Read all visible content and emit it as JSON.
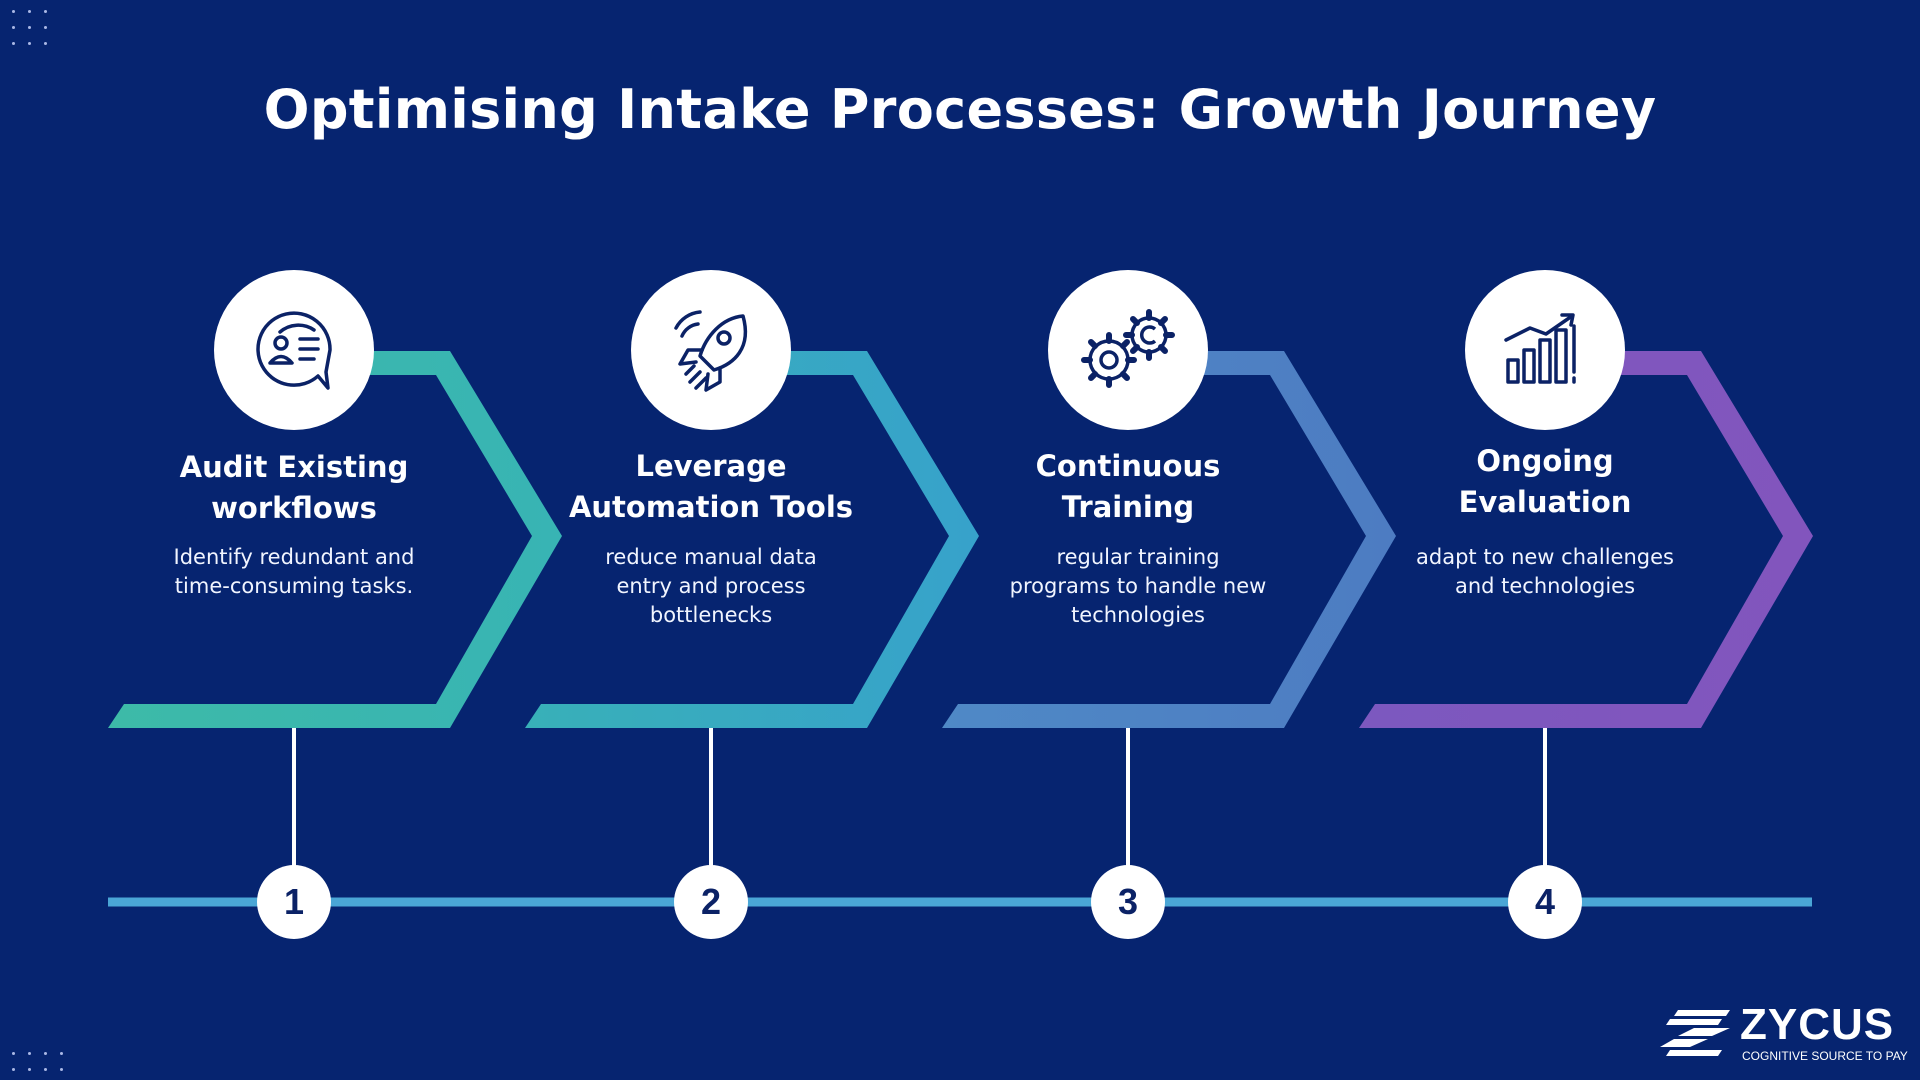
{
  "title": "Optimising Intake Processes: Growth Journey",
  "steps": [
    {
      "number": "1",
      "title_lines": [
        "Audit Existing",
        "workflows"
      ],
      "desc_lines": [
        "Identify redundant and",
        "time-consuming tasks."
      ],
      "icon": "contact-card-chat-icon",
      "color": "#3dbaa8"
    },
    {
      "number": "2",
      "title_lines": [
        "Leverage",
        "Automation Tools"
      ],
      "desc_lines": [
        "reduce manual data",
        "entry and process",
        "bottlenecks"
      ],
      "icon": "rocket-icon",
      "color": "#36a8c6"
    },
    {
      "number": "3",
      "title_lines": [
        "Continuous",
        "Training"
      ],
      "desc_lines": [
        "regular training",
        "programs to handle new",
        "technologies"
      ],
      "icon": "gears-icon",
      "color": "#4a7fc4"
    },
    {
      "number": "4",
      "title_lines": [
        "Ongoing",
        "Evaluation"
      ],
      "desc_lines": [
        "adapt to new challenges",
        "and technologies"
      ],
      "icon": "growth-chart-icon",
      "color": "#7f58be"
    }
  ],
  "colors": {
    "background": "#062470",
    "timeline": "#4aa6d6",
    "connector": "#ffffff"
  },
  "logo": {
    "name": "ZYCUS",
    "tagline": "COGNITIVE SOURCE TO PAY"
  }
}
